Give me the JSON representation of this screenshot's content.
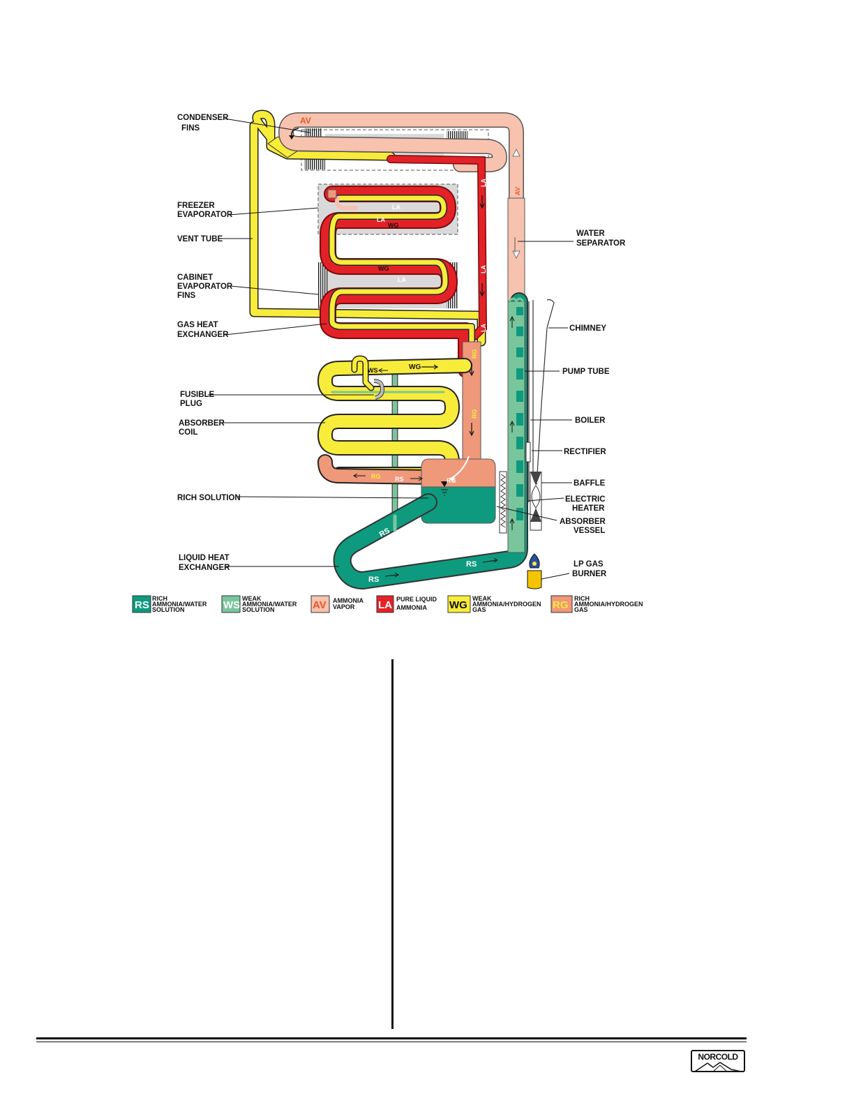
{
  "diagram": {
    "labels": {
      "condenser_fins": [
        "CONDENSER",
        "FINS"
      ],
      "freezer_evaporator": [
        "FREEZER",
        "EVAPORATOR"
      ],
      "vent_tube": "VENT TUBE",
      "cabinet_evaporator_fins": [
        "CABINET",
        "EVAPORATOR",
        "FINS"
      ],
      "gas_heat_exchanger": [
        "GAS HEAT",
        "EXCHANGER"
      ],
      "fusible_plug": [
        "FUSIBLE",
        "PLUG"
      ],
      "absorber_coil": [
        "ABSORBER",
        "COIL"
      ],
      "rich_solution": "RICH SOLUTION",
      "liquid_heat_exchanger": [
        "LIQUID HEAT",
        "EXCHANGER"
      ],
      "water_separator": [
        "WATER",
        "SEPARATOR"
      ],
      "chimney": "CHIMNEY",
      "pump_tube": "PUMP TUBE",
      "boiler": "BOILER",
      "rectifier": "RECTIFIER",
      "baffle": "BAFFLE",
      "electric_heater": [
        "ELECTRIC",
        "HEATER"
      ],
      "absorber_vessel": [
        "ABSORBER",
        "VESSEL"
      ],
      "lp_gas_burner": [
        "LP GAS",
        "BURNER"
      ]
    },
    "pipe_tags": {
      "av": "AV",
      "la": "LA",
      "wg": "WG",
      "ws": "WS",
      "rg": "RG",
      "rs": "RS"
    }
  },
  "legend": [
    {
      "code": "RS",
      "lines": [
        "RICH",
        "AMMONIA/WATER",
        "SOLUTION"
      ],
      "fill": "#0e9a7e",
      "text_color": "#ffffff"
    },
    {
      "code": "WS",
      "lines": [
        "WEAK",
        "AMMONIA/WATER",
        "SOLUTION"
      ],
      "fill": "#79c69c",
      "text_color": "#ffffff"
    },
    {
      "code": "AV",
      "lines": [
        "AMMONIA",
        "VAPOR"
      ],
      "fill": "#f7c2ae",
      "text_color": "#e8562a"
    },
    {
      "code": "LA",
      "lines": [
        "PURE LIQUID",
        "AMMONIA"
      ],
      "fill": "#e32228",
      "text_color": "#ffffff"
    },
    {
      "code": "WG",
      "lines": [
        "WEAK",
        "AMMONIA/HYDROGEN",
        "GAS"
      ],
      "fill": "#f8ec3a",
      "text_color": "#111111"
    },
    {
      "code": "RG",
      "lines": [
        "RICH",
        "AMMONIA/HYDROGEN",
        "GAS"
      ],
      "fill": "#f0987a",
      "text_color": "#f8ec3a"
    }
  ],
  "colors": {
    "rich_solution": "#0e9a7e",
    "weak_solution": "#79c69c",
    "ammonia_vapor": "#f7c2ae",
    "liquid_ammonia": "#e32228",
    "weak_gas": "#f8ec3a",
    "rich_gas": "#f0987a"
  },
  "footer": {
    "logo_text": "NORCOLD"
  }
}
